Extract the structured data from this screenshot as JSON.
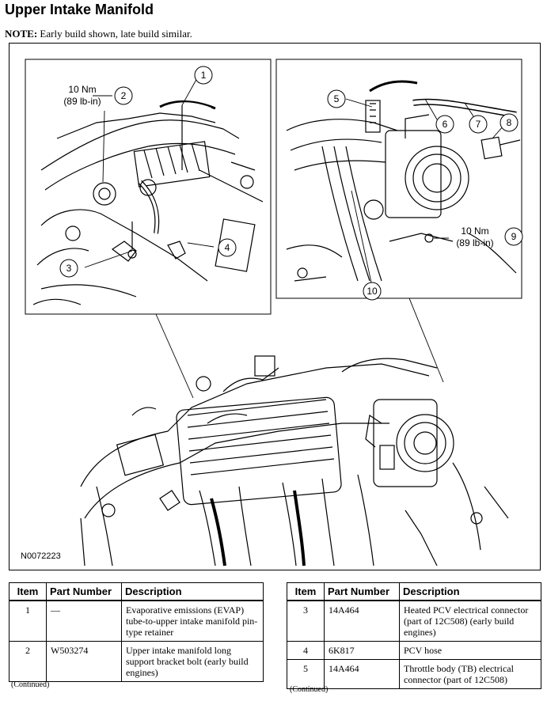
{
  "page": {
    "title": "Upper Intake Manifold",
    "note_label": "NOTE:",
    "note_text": " Early build shown, late build similar."
  },
  "figure": {
    "id": "N0072223",
    "callouts": [
      "1",
      "2",
      "3",
      "4",
      "5",
      "6",
      "7",
      "8",
      "9",
      "10"
    ],
    "torque_left_line1": "10 Nm",
    "torque_left_line2": "(89 lb-in)",
    "torque_right_line1": "10 Nm",
    "torque_right_line2": "(89 lb-in)"
  },
  "table_headers": {
    "item": "Item",
    "part_number": "Part Number",
    "description": "Description"
  },
  "table_left": {
    "rows": [
      {
        "item": "1",
        "part": "—",
        "desc": "Evaporative emissions (EVAP) tube-to-upper intake manifold pin-type retainer"
      },
      {
        "item": "2",
        "part": "W503274",
        "desc": "Upper intake manifold long support bracket bolt (early build engines)"
      }
    ],
    "continued": "(Continued)"
  },
  "table_right": {
    "rows": [
      {
        "item": "3",
        "part": "14A464",
        "desc": "Heated PCV electrical connector (part of 12C508) (early build engines)"
      },
      {
        "item": "4",
        "part": "6K817",
        "desc": "PCV hose"
      },
      {
        "item": "5",
        "part": "14A464",
        "desc": "Throttle body (TB) electrical connector (part of 12C508)"
      }
    ],
    "continued": "(Continued)"
  }
}
